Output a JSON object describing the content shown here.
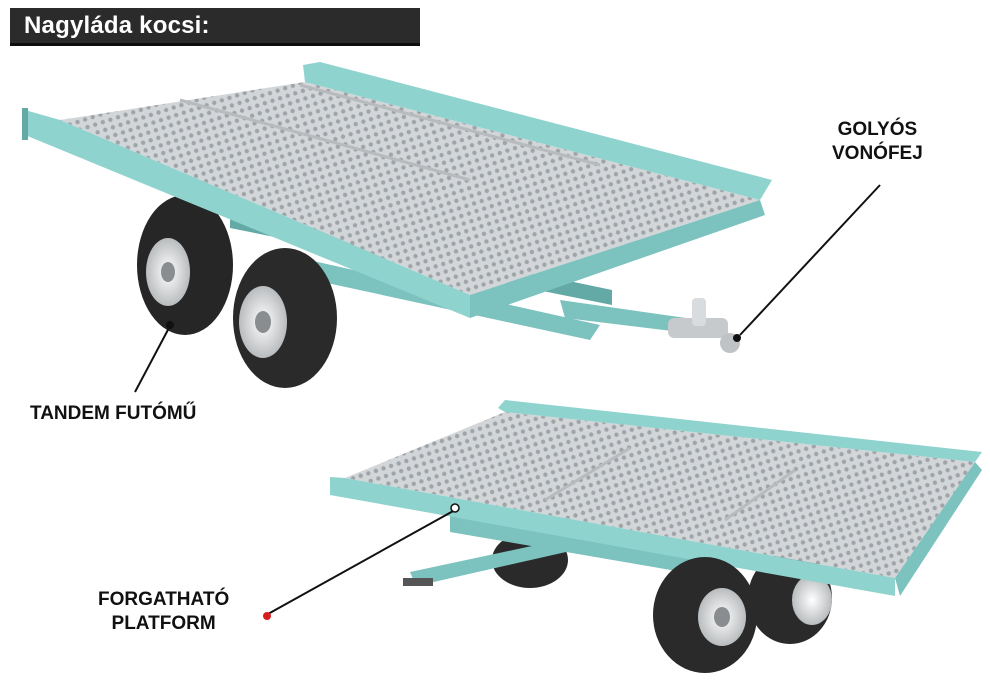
{
  "title": "Nagyláda kocsi:",
  "callouts": {
    "hitch": {
      "line1": "GOLYÓS",
      "line2": "VONÓFEJ"
    },
    "axle": {
      "text": "TANDEM FUTÓMŰ"
    },
    "platform": {
      "line1": "FORGATHATÓ",
      "line2": "PLATFORM"
    }
  },
  "colors": {
    "frame": "#8fd3cf",
    "frame_dark": "#63a9a6",
    "deck": "#c9cdcf",
    "tire": "#2a2a2a",
    "rim": "#e8e8e8",
    "callout_dot_red": "#d91e1e",
    "title_bg": "#2b2b2b"
  }
}
